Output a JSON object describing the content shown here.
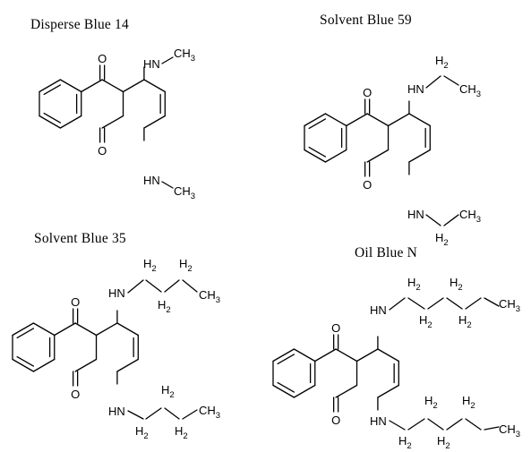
{
  "molecules": [
    {
      "name": "Disperse Blue 14",
      "top_substituent": [
        "HN",
        "CH",
        "3"
      ],
      "bottom_substituent": [
        "HN",
        "CH",
        "3"
      ]
    },
    {
      "name": "Solvent Blue 59",
      "top_substituent": [
        "HN",
        "H",
        "2",
        "CH",
        "3"
      ],
      "bottom_substituent": [
        "HN",
        "CH",
        "3",
        "H",
        "2"
      ]
    },
    {
      "name": "Solvent Blue 35",
      "top_substituent": [
        "HN",
        "H",
        "2",
        "H",
        "2",
        "CH",
        "3",
        "H",
        "2"
      ],
      "bottom_substituent": [
        "HN",
        "H",
        "2",
        "CH",
        "3",
        "H",
        "2",
        "H",
        "2"
      ]
    },
    {
      "name": "Oil Blue N",
      "top_substituent": [
        "HN",
        "H",
        "2",
        "H",
        "2",
        "CH",
        "3",
        "H",
        "2",
        "H",
        "2"
      ],
      "bottom_substituent": [
        "HN",
        "H",
        "2",
        "H",
        "2",
        "CH",
        "3",
        "H",
        "2",
        "H",
        "2"
      ]
    }
  ],
  "atom_o": "O"
}
